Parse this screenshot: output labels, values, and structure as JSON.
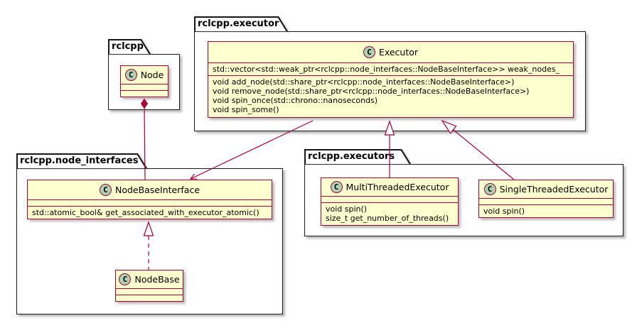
{
  "icon_letter": "C",
  "packages": {
    "rclcpp": {
      "name": "rclcpp"
    },
    "executor": {
      "name": "rclcpp.executor"
    },
    "node_interfaces": {
      "name": "rclcpp.node_interfaces"
    },
    "executors": {
      "name": "rclcpp.executors"
    }
  },
  "classes": {
    "node": {
      "name": "Node",
      "fields": [],
      "methods": []
    },
    "executor": {
      "name": "Executor",
      "fields": [
        "std::vector<std::weak_ptr<rclcpp::node_interfaces::NodeBaseInterface>> weak_nodes_"
      ],
      "methods": [
        "void add_node(std::share_ptr<rclcpp::node_interfaces::NodeBaseInterface>)",
        "void remove_node(std::share_ptr<rclcpp::node_interfaces::NodeBaseInterface>)",
        "void spin_once(std::chrono::nanoseconds)",
        "void spin_some()"
      ]
    },
    "node_base_interface": {
      "name": "NodeBaseInterface",
      "fields": [],
      "methods": [
        "std::atomic_bool& get_associated_with_executor_atomic()"
      ]
    },
    "node_base": {
      "name": "NodeBase",
      "fields": [],
      "methods": []
    },
    "multi_threaded_executor": {
      "name": "MultiThreadedExecutor",
      "fields": [],
      "methods": [
        "void spin()",
        "size_t get_number_of_threads()"
      ]
    },
    "single_threaded_executor": {
      "name": "SingleThreadedExecutor",
      "fields": [],
      "methods": [
        "void spin()"
      ]
    }
  },
  "relations": [
    {
      "type": "composition",
      "from": "Node",
      "to": "NodeBaseInterface"
    },
    {
      "type": "association",
      "from": "Executor",
      "to": "NodeBaseInterface"
    },
    {
      "type": "generalization",
      "from": "MultiThreadedExecutor",
      "to": "Executor"
    },
    {
      "type": "generalization",
      "from": "SingleThreadedExecutor",
      "to": "Executor"
    },
    {
      "type": "realization",
      "from": "NodeBase",
      "to": "NodeBaseInterface"
    }
  ],
  "colors": {
    "class_fill": "#fefece",
    "class_border": "#a80036",
    "relation_line": "#a80036",
    "icon_fill": "#add1b2",
    "package_border": "#181818"
  }
}
